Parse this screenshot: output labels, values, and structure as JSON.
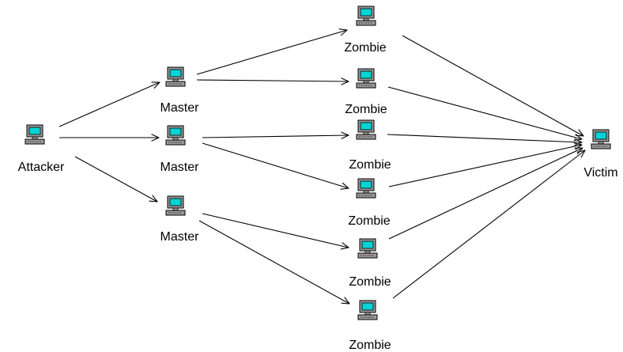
{
  "diagram": {
    "nodes": [
      {
        "id": "attacker",
        "label": "Attacker",
        "icon": "computer-icon"
      },
      {
        "id": "master1",
        "label": "Master",
        "icon": "computer-icon"
      },
      {
        "id": "master2",
        "label": "Master",
        "icon": "computer-icon"
      },
      {
        "id": "master3",
        "label": "Master",
        "icon": "computer-icon"
      },
      {
        "id": "zombie1",
        "label": "Zombie",
        "icon": "computer-icon"
      },
      {
        "id": "zombie2",
        "label": "Zombie",
        "icon": "computer-icon"
      },
      {
        "id": "zombie3",
        "label": "Zombie",
        "icon": "computer-icon"
      },
      {
        "id": "zombie4",
        "label": "Zombie",
        "icon": "computer-icon"
      },
      {
        "id": "zombie5",
        "label": "Zombie",
        "icon": "computer-icon"
      },
      {
        "id": "zombie6",
        "label": "Zombie",
        "icon": "computer-icon"
      },
      {
        "id": "victim",
        "label": "Victim",
        "icon": "computer-icon"
      }
    ],
    "edges": [
      {
        "from": "attacker",
        "to": "master1"
      },
      {
        "from": "attacker",
        "to": "master2"
      },
      {
        "from": "attacker",
        "to": "master3"
      },
      {
        "from": "master1",
        "to": "zombie1"
      },
      {
        "from": "master1",
        "to": "zombie2"
      },
      {
        "from": "master2",
        "to": "zombie3"
      },
      {
        "from": "master2",
        "to": "zombie4"
      },
      {
        "from": "master3",
        "to": "zombie5"
      },
      {
        "from": "master3",
        "to": "zombie6"
      },
      {
        "from": "zombie1",
        "to": "victim"
      },
      {
        "from": "zombie2",
        "to": "victim"
      },
      {
        "from": "zombie3",
        "to": "victim"
      },
      {
        "from": "zombie4",
        "to": "victim"
      },
      {
        "from": "zombie5",
        "to": "victim"
      },
      {
        "from": "zombie6",
        "to": "victim"
      }
    ],
    "colors": {
      "screen": "#00d4d4",
      "body": "#9a9a9a",
      "outline": "#000000",
      "line": "#000000"
    }
  }
}
